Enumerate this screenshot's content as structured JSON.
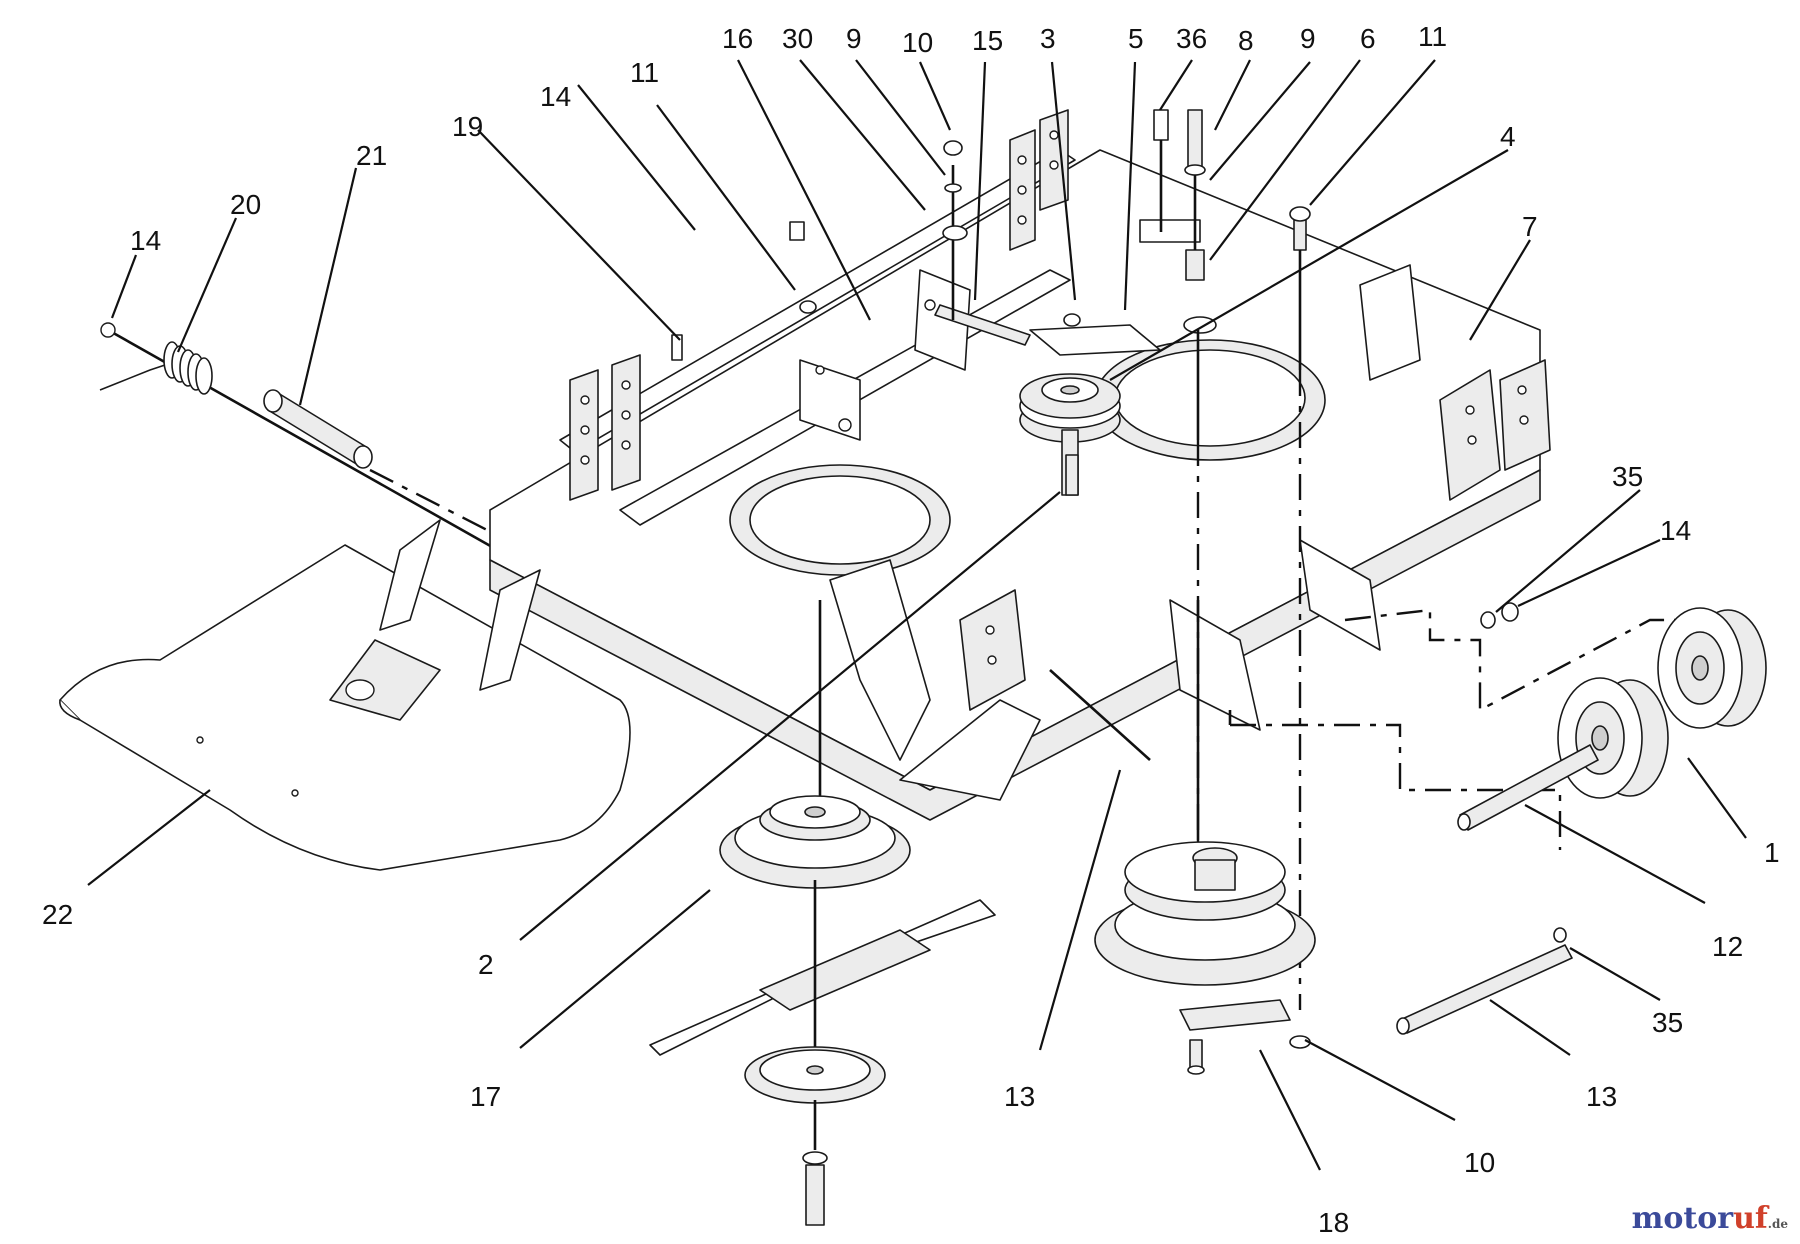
{
  "diagram": {
    "callouts": [
      {
        "id": "c-16",
        "text": "16"
      },
      {
        "id": "c-30",
        "text": "30"
      },
      {
        "id": "c-9a",
        "text": "9"
      },
      {
        "id": "c-10a",
        "text": "10"
      },
      {
        "id": "c-15",
        "text": "15"
      },
      {
        "id": "c-3",
        "text": "3"
      },
      {
        "id": "c-5",
        "text": "5"
      },
      {
        "id": "c-36",
        "text": "36"
      },
      {
        "id": "c-8",
        "text": "8"
      },
      {
        "id": "c-9b",
        "text": "9"
      },
      {
        "id": "c-6",
        "text": "6"
      },
      {
        "id": "c-11a",
        "text": "11"
      },
      {
        "id": "c-14a",
        "text": "14"
      },
      {
        "id": "c-11b",
        "text": "11"
      },
      {
        "id": "c-4",
        "text": "4"
      },
      {
        "id": "c-21",
        "text": "21"
      },
      {
        "id": "c-19",
        "text": "19"
      },
      {
        "id": "c-7",
        "text": "7"
      },
      {
        "id": "c-20",
        "text": "20"
      },
      {
        "id": "c-14b",
        "text": "14"
      },
      {
        "id": "c-35a",
        "text": "35"
      },
      {
        "id": "c-14c",
        "text": "14"
      },
      {
        "id": "c-1",
        "text": "1"
      },
      {
        "id": "c-12",
        "text": "12"
      },
      {
        "id": "c-22",
        "text": "22"
      },
      {
        "id": "c-2",
        "text": "2"
      },
      {
        "id": "c-35b",
        "text": "35"
      },
      {
        "id": "c-17",
        "text": "17"
      },
      {
        "id": "c-13a",
        "text": "13"
      },
      {
        "id": "c-13b",
        "text": "13"
      },
      {
        "id": "c-10b",
        "text": "10"
      },
      {
        "id": "c-18",
        "text": "18"
      }
    ]
  },
  "watermark": {
    "part1": "motor",
    "part2": "uf",
    "suffix": ".de"
  }
}
